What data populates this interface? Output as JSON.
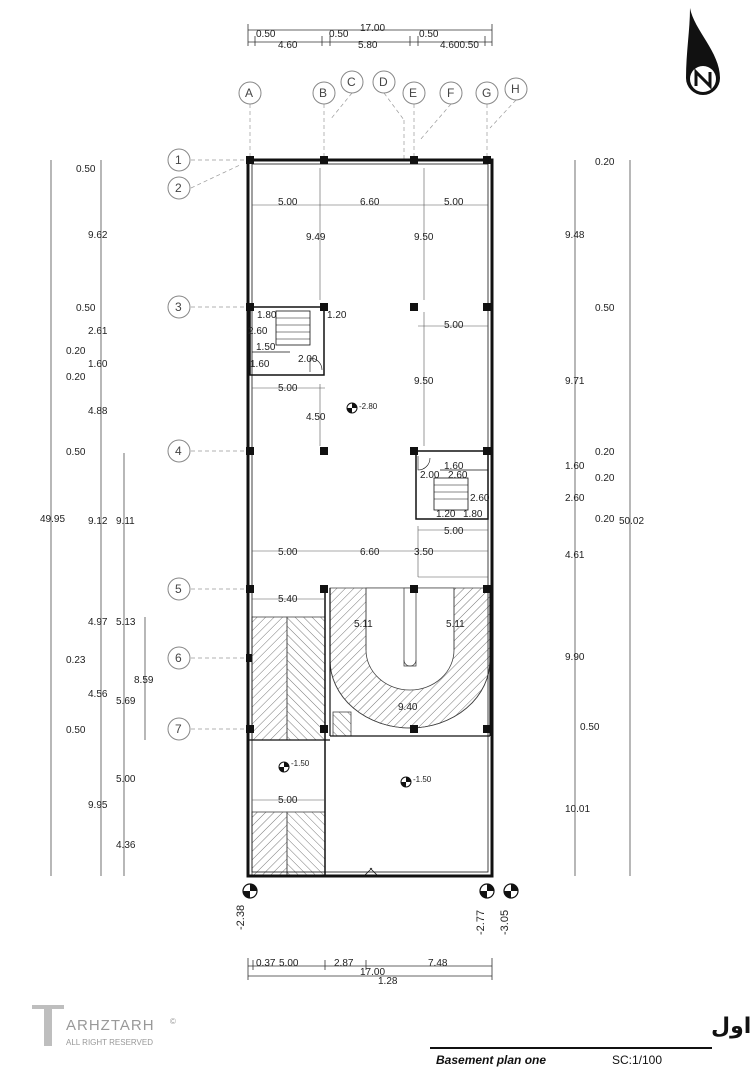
{
  "title": {
    "persian": "پلان اندازه گذاری زیرزمین اول",
    "english": "Basement plan one",
    "scale": "SC:1/100"
  },
  "watermark": {
    "brand": "ARHZTARH",
    "rights": "ALL RIGHT RESERVED",
    "copyright": "©"
  },
  "north_arrow": {
    "icon": "north-arrow-icon",
    "letter": "N"
  },
  "grid_columns": [
    "A",
    "B",
    "C",
    "D",
    "E",
    "F",
    "G",
    "H"
  ],
  "grid_rows": [
    "1",
    "2",
    "3",
    "4",
    "5",
    "6",
    "7"
  ],
  "top_dims": {
    "overall": "17.00",
    "segments": [
      "0.50",
      "4.60",
      "0.50",
      "5.80",
      "0.50",
      "4.600.50"
    ]
  },
  "bottom_dims": {
    "segments": [
      "0.37",
      "5.00",
      "2.87",
      "7.48"
    ],
    "overall": "17.00",
    "extra": "1.28"
  },
  "left_dims": {
    "chain": [
      "0.50",
      "9.62",
      "0.50",
      "2.61",
      "0.20",
      "1.60",
      "0.20",
      "4.88",
      "0.50",
      "9.12",
      "4.97",
      "0.23",
      "4.56",
      "0.50",
      "9.95"
    ],
    "overall": "49.95",
    "mid_chain": [
      "9.11",
      "5.13",
      "5.69",
      "5.00",
      "4.36"
    ],
    "inner": "8.59"
  },
  "right_dims": {
    "chain": [
      "0.20",
      "9.48",
      "0.50",
      "9.71",
      "0.20",
      "1.60",
      "0.20",
      "2.60",
      "0.20",
      "4.61",
      "9.90",
      "0.50",
      "10.01"
    ],
    "overall": "50.02"
  },
  "interior_dims": [
    "5.00",
    "6.60",
    "5.00",
    "9.49",
    "9.50",
    "1.20",
    "1.80",
    "2.60",
    "1.50",
    "2.00",
    "1.60",
    "5.00",
    "5.00",
    "9.50",
    "4.50",
    "2.00",
    "2.60",
    "1.60",
    "2.60",
    "1.20",
    "1.80",
    "5.00",
    "5.00",
    "6.60",
    "3.50",
    "5.40",
    "5.11",
    "5.11",
    "9.40",
    "5.00"
  ],
  "levels": {
    "main": "-2.80",
    "ramp_left": "-1.50",
    "parking": "-1.50",
    "site_left": "-2.38",
    "site_mid": "-2.77",
    "site_right": "-3.05"
  },
  "colors": {
    "ink": "#111111",
    "dim": "#333333",
    "grid_line": "#999999",
    "bubble": "#888888",
    "hatch": "#555555"
  }
}
